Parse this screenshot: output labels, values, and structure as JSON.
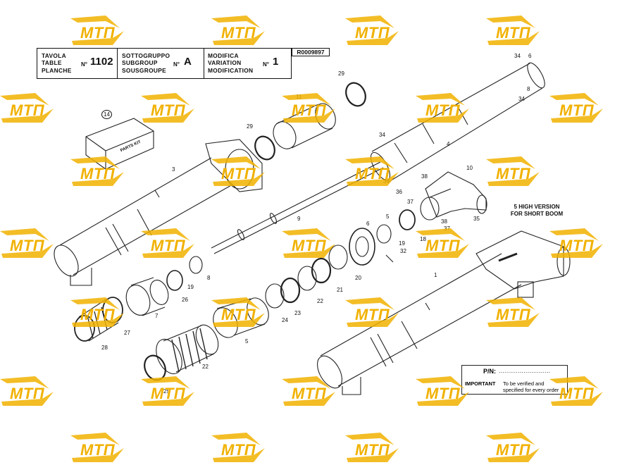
{
  "header": {
    "table": {
      "labels": [
        "TAVOLA",
        "TABLE",
        "PLANCHE"
      ],
      "no_label": "N°",
      "value": "1102"
    },
    "subgroup": {
      "labels": [
        "SOTTOGRUPPO",
        "SUBGROUP",
        "SOUSGROUPE"
      ],
      "no_label": "N°",
      "value": "A"
    },
    "modification": {
      "labels": [
        "MODIFICA",
        "VARIATION",
        "MODIFICATION"
      ],
      "no_label": "N°",
      "value": "1"
    },
    "reference": "R0009897"
  },
  "kit_label": "PARTS KIT",
  "note": {
    "lines": [
      "5 HIGH VERSION",
      "FOR SHORT BOOM"
    ]
  },
  "pn_box": {
    "label": "P/N:",
    "dots": "...........................",
    "important_label": "IMPORTANT",
    "important_lines": [
      "To be verified and",
      "specified for every order"
    ]
  },
  "watermark": {
    "text": "MTП",
    "color": "#f1b100"
  },
  "callouts": [
    {
      "text": "14"
    },
    {
      "text": "3"
    },
    {
      "text": "29"
    },
    {
      "text": "11"
    },
    {
      "text": "29"
    },
    {
      "text": "34"
    },
    {
      "text": "6"
    },
    {
      "text": "8"
    },
    {
      "text": "34"
    },
    {
      "text": "34"
    },
    {
      "text": "4"
    },
    {
      "text": "10"
    },
    {
      "text": "38"
    },
    {
      "text": "36"
    },
    {
      "text": "37"
    },
    {
      "text": "34"
    },
    {
      "text": "9"
    },
    {
      "text": "5"
    },
    {
      "text": "6"
    },
    {
      "text": "38"
    },
    {
      "text": "37"
    },
    {
      "text": "35"
    },
    {
      "text": "18"
    },
    {
      "text": "19"
    },
    {
      "text": "32"
    },
    {
      "text": "8"
    },
    {
      "text": "19"
    },
    {
      "text": "26"
    },
    {
      "text": "7"
    },
    {
      "text": "20"
    },
    {
      "text": "21"
    },
    {
      "text": "22"
    },
    {
      "text": "23"
    },
    {
      "text": "24"
    },
    {
      "text": "27"
    },
    {
      "text": "28"
    },
    {
      "text": "5"
    },
    {
      "text": "22"
    },
    {
      "text": "25"
    },
    {
      "text": "1"
    }
  ]
}
